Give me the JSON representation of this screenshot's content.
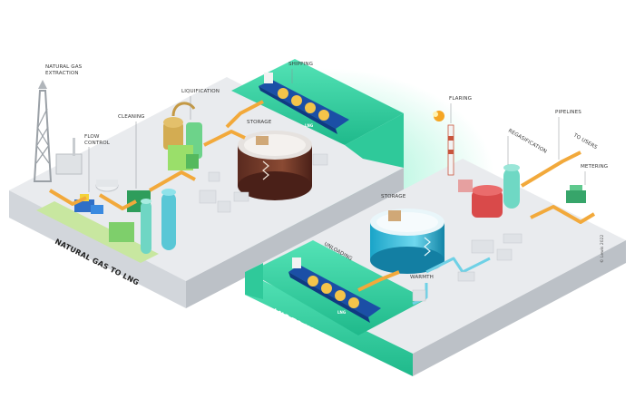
{
  "labels": {
    "natural_gas_extraction": [
      "NATURAL GAS",
      "EXTRACTION"
    ],
    "flow_control": [
      "FLOW",
      "CONTROL"
    ],
    "cleaning": "CLEANING",
    "liquification": "LIQUIFICATION",
    "shipping": "SHIPPING",
    "storage_left": "STORAGE",
    "flaring": "FLARING",
    "regasification": "REGASIFICATION",
    "pipelines": "PIPELINES",
    "to_users": "TO USERS",
    "metering": "METERING",
    "storage_right": "STORAGE",
    "unloading": "UNLOADING",
    "warmth": "WARMTH"
  },
  "panels": {
    "left_title": "NATURAL GAS TO LNG",
    "right_title": "LNG TO NATURAL GAS"
  },
  "ships": {
    "left_hull_text": "LNG",
    "right_hull_text": "LNG"
  },
  "credit": "© Lewis 2022",
  "colors": {
    "platform_top": "#e9ebee",
    "platform_side": "#cfd3d8",
    "water": "#3ed6a8",
    "pipe": "#f2a93b",
    "glow": "#7ff0c8"
  }
}
